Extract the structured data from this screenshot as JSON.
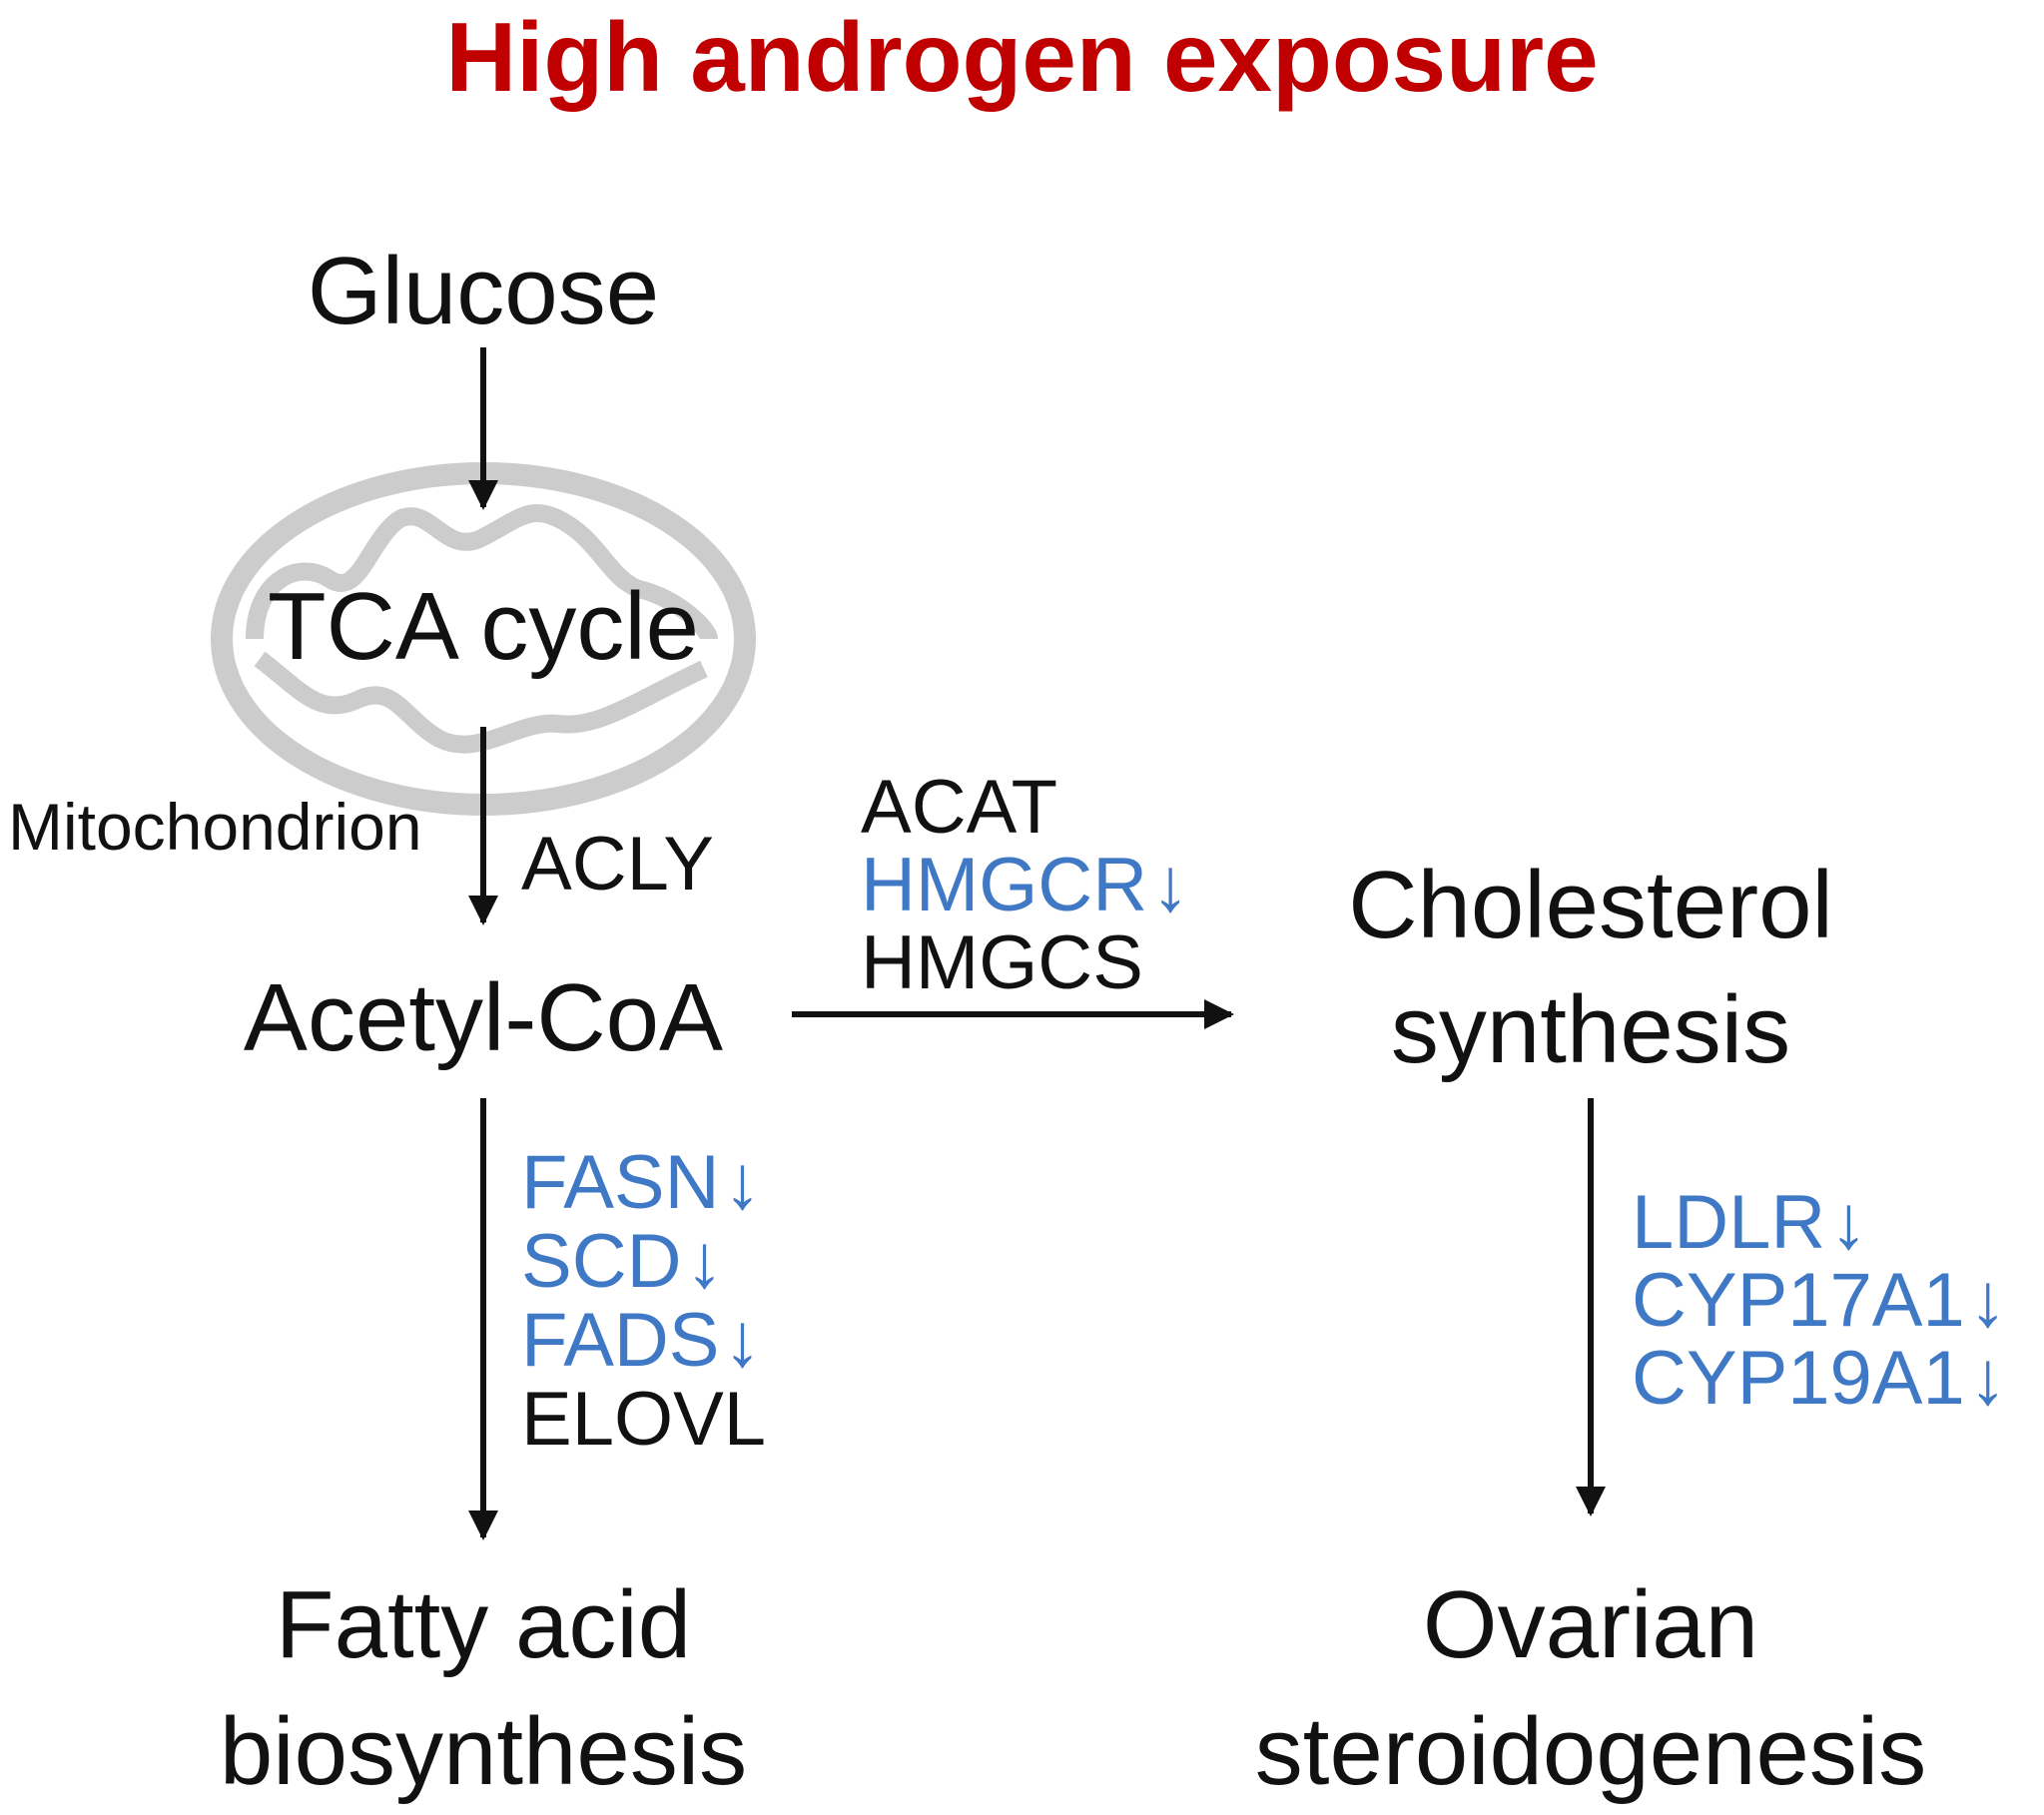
{
  "title": "High androgen exposure",
  "colors": {
    "title": "#c00000",
    "downregulated": "#3f78c4",
    "text": "#111111",
    "mitochondrion": "#cccccc"
  },
  "nodes": {
    "glucose": "Glucose",
    "tca": "TCA cycle",
    "mito_label": "Mitochondrion",
    "acetyl": "Acetyl-CoA",
    "cholesterol_1": "Cholesterol",
    "cholesterol_2": "synthesis",
    "fatty_1": "Fatty acid",
    "fatty_2": "biosynthesis",
    "ovarian_1": "Ovarian",
    "ovarian_2": "steroidogenesis"
  },
  "enzymes": {
    "acly": "ACLY",
    "chol": [
      {
        "name": "ACAT",
        "down": false
      },
      {
        "name": "HMGCR",
        "down": true
      },
      {
        "name": "HMGCS",
        "down": false
      }
    ],
    "fatty": [
      {
        "name": "FASN",
        "down": true
      },
      {
        "name": "SCD",
        "down": true
      },
      {
        "name": "FADS",
        "down": true
      },
      {
        "name": "ELOVL",
        "down": false
      }
    ],
    "ovarian": [
      {
        "name": "LDLR",
        "down": true
      },
      {
        "name": "CYP17A1",
        "down": true
      },
      {
        "name": "CYP19A1",
        "down": true
      }
    ]
  },
  "icons": {
    "down_arrow": "down-arrow-icon",
    "mitochondrion": "mitochondrion-icon"
  }
}
